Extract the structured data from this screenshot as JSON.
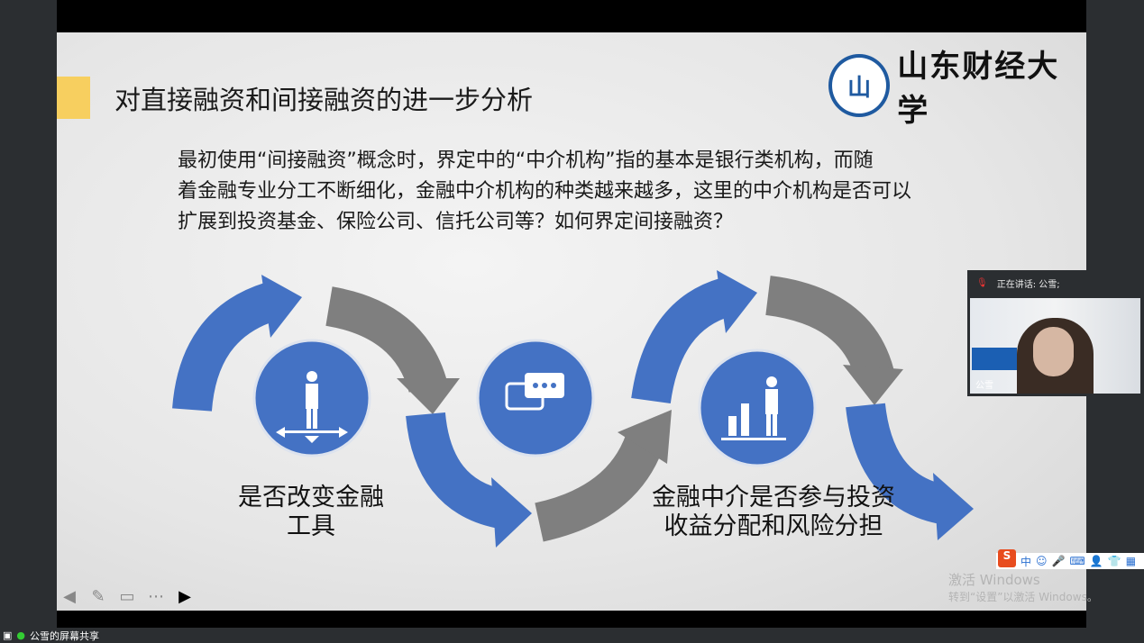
{
  "slide": {
    "title": "对直接融资和间接融资的进一步分析",
    "logo_text": "山东财经大学",
    "logo_seal": "山",
    "body_lines": [
      "最初使用“间接融资”概念时，界定中的“中介机构”指的基本是银行类机构，而随",
      "着金融专业分工不断细化，金融中介机构的种类越来越多，这里的中介机构是否可以",
      "扩展到投资基金、保险公司、信托公司等？如何界定间接融资？"
    ],
    "label1": [
      "是否改变金融",
      "工具"
    ],
    "label2": [
      "金融中介是否参与投资",
      "收益分配和风险分担"
    ],
    "colors": {
      "blue": "#4472c4",
      "gray": "#7f7f7f",
      "accent": "#f7cf5f"
    }
  },
  "nav": {
    "prev": "◀",
    "pen": "✎",
    "screen": "▭",
    "more": "⋯",
    "next": "▶"
  },
  "watermark": {
    "line1": "激活 Windows",
    "line2": "转到“设置”以激活 Windows。"
  },
  "ime": {
    "logo": "S",
    "mode": "中",
    "items": [
      "☺",
      "🎤",
      "⌨",
      "👤",
      "👕",
      "▦"
    ]
  },
  "video": {
    "speaking": "正在讲话: 公雪;",
    "name": "公雪"
  },
  "status": {
    "text": "公雪的屏幕共享"
  }
}
